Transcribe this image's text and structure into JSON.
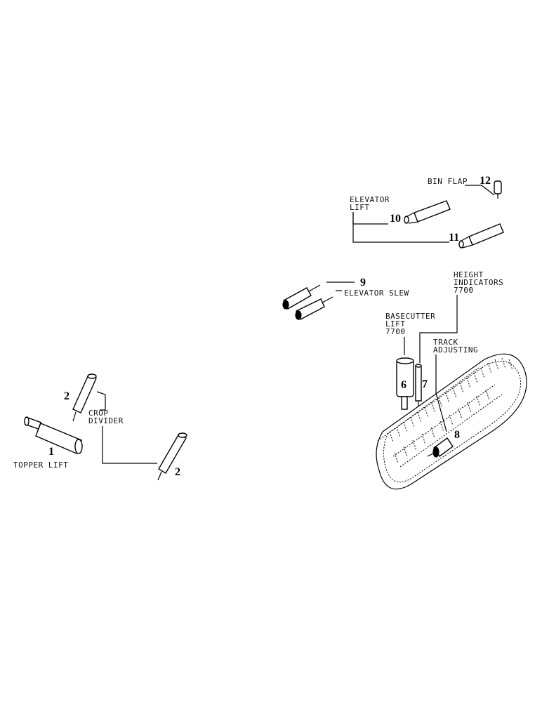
{
  "labels": {
    "bin_flap": "BIN FLAP",
    "elevator_lift_1": "ELEVATOR",
    "elevator_lift_2": "LIFT",
    "elevator_slew": "ELEVATOR SLEW",
    "height_indicators_1": "HEIGHT",
    "height_indicators_2": "INDICATORS",
    "height_indicators_3": "7700",
    "basecutter_lift_1": "BASECUTTER",
    "basecutter_lift_2": "LIFT",
    "basecutter_lift_3": "7700",
    "track_adjusting_1": "TRACK",
    "track_adjusting_2": "ADJUSTING",
    "crop_divider_1": "CROP",
    "crop_divider_2": "DIVIDER",
    "topper_lift": "TOPPER LIFT"
  },
  "part_numbers": {
    "p1": "1",
    "p2a": "2",
    "p2b": "2",
    "p6": "6",
    "p7": "7",
    "p8": "8",
    "p9": "9",
    "p10": "10",
    "p11": "11",
    "p12": "12"
  }
}
